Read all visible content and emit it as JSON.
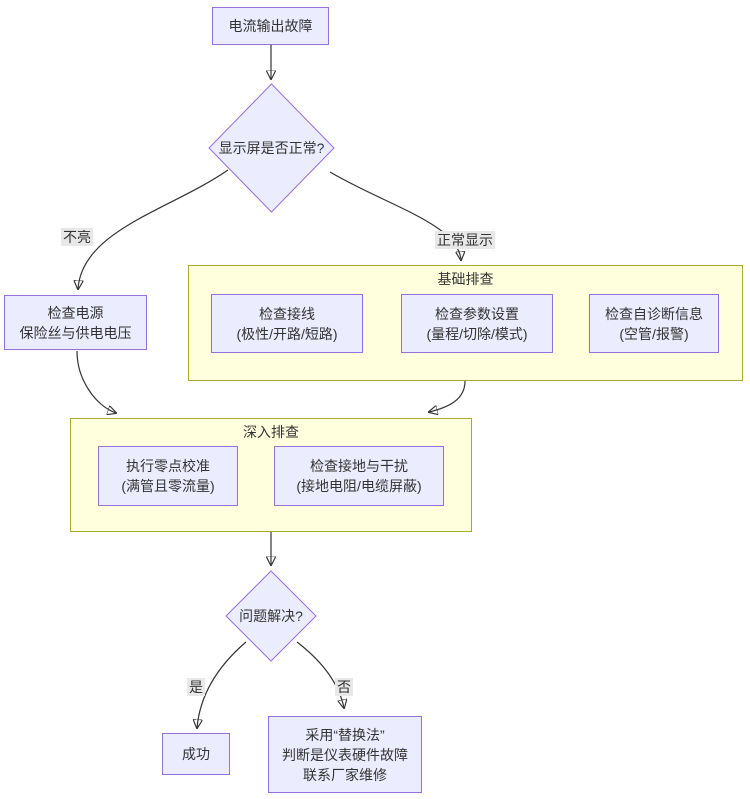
{
  "diagram": {
    "type": "flowchart",
    "direction": "top-down",
    "topic": "current-output-fault-troubleshooting"
  },
  "colors": {
    "node_fill": "#ECECFF",
    "node_border": "#9370DB",
    "cluster_fill": "#FFFFDE",
    "cluster_border": "#AAAA33",
    "edge_stroke": "#333333",
    "edge_label_bg": "#E8E8E8",
    "text": "#333333",
    "background": "#FFFFFF"
  },
  "nodes": {
    "start": {
      "label": "电流输出故障"
    },
    "display_check": {
      "label": "显示屏是否正常?"
    },
    "check_power": {
      "lines": [
        "检查电源",
        "保险丝与供电电压"
      ]
    },
    "check_wiring": {
      "lines": [
        "检查接线",
        "(极性/开路/短路)"
      ]
    },
    "check_params": {
      "lines": [
        "检查参数设置",
        "(量程/切除/模式)"
      ]
    },
    "check_diagnostics": {
      "lines": [
        "检查自诊断信息",
        "(空管/报警)"
      ]
    },
    "zero_calibration": {
      "lines": [
        "执行零点校准",
        "(满管且零流量)"
      ]
    },
    "check_grounding": {
      "lines": [
        "检查接地与干扰",
        "(接地电阻/电缆屏蔽)"
      ]
    },
    "problem_solved": {
      "label": "问题解决?"
    },
    "success": {
      "label": "成功"
    },
    "replacement": {
      "lines": [
        "采用“替换法”",
        "判断是仪表硬件故障",
        "联系厂家维修"
      ]
    }
  },
  "clusters": {
    "basic": {
      "title": "基础排查"
    },
    "deep": {
      "title": "深入排查"
    }
  },
  "edge_labels": {
    "not_lit": "不亮",
    "normal_display": "正常显示",
    "yes": "是",
    "no": "否"
  }
}
